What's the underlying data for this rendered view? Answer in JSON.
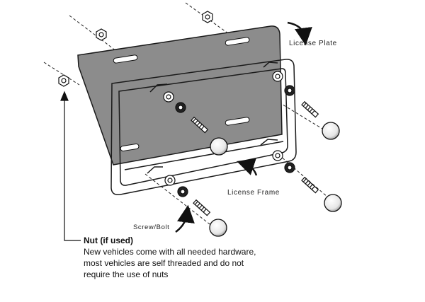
{
  "labels": {
    "license_plate": "License  Plate",
    "license_frame": "License Frame",
    "screw_bolt": "Screw/Bolt"
  },
  "note": {
    "title": "Nut (if used)",
    "lines": [
      "New vehicles come with all needed hardware,",
      "most vehicles are self threaded and do not",
      "require the use of nuts"
    ]
  },
  "colors": {
    "plate_fill": "#8a8a8a",
    "line": "#1a1a1a",
    "cap_fill": "#ffffff"
  }
}
